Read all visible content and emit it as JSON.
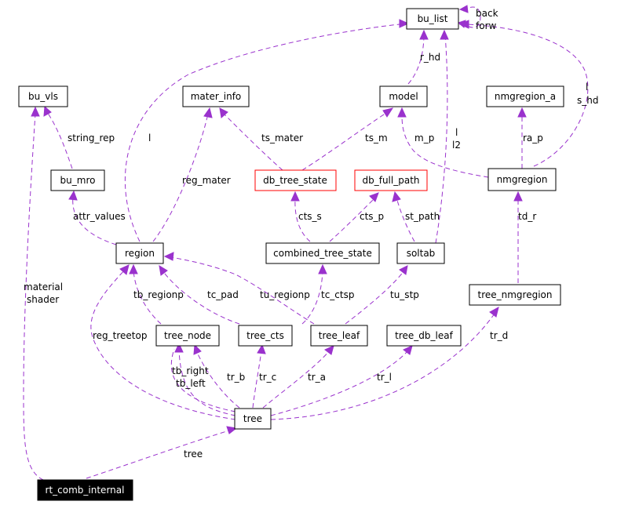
{
  "nodes": {
    "bu_list": "bu_list",
    "bu_vls": "bu_vls",
    "mater_info": "mater_info",
    "model": "model",
    "nmgregion_a": "nmgregion_a",
    "bu_mro": "bu_mro",
    "db_tree_state": "db_tree_state",
    "db_full_path": "db_full_path",
    "nmgregion": "nmgregion",
    "region": "region",
    "combined_tree_state": "combined_tree_state",
    "soltab": "soltab",
    "tree_nmgregion": "tree_nmgregion",
    "tree_node": "tree_node",
    "tree_cts": "tree_cts",
    "tree_leaf": "tree_leaf",
    "tree_db_leaf": "tree_db_leaf",
    "tree": "tree",
    "rt_comb_internal": "rt_comb_internal"
  },
  "edge_labels": {
    "back_forw": [
      "back",
      "forw"
    ],
    "r_hd": "r_hd",
    "l_region": "l",
    "l_s_hd": [
      "l",
      "s_hd"
    ],
    "l_l2": [
      "l",
      "l2"
    ],
    "string_rep": "string_rep",
    "ts_mater": "ts_mater",
    "ts_m": "ts_m",
    "m_p": "m_p",
    "ra_p": "ra_p",
    "reg_mater": "reg_mater",
    "attr_values": "attr_values",
    "cts_s": "cts_s",
    "cts_p": "cts_p",
    "st_path": "st_path",
    "td_r": "td_r",
    "material_shader": [
      "material",
      "shader"
    ],
    "tb_regionp": "tb_regionp",
    "tc_pad": "tc_pad",
    "tu_regionp": "tu_regionp",
    "tc_ctsp": "tc_ctsp",
    "tu_stp": "tu_stp",
    "reg_treetop": "reg_treetop",
    "tr_d": "tr_d",
    "tb_right_left": [
      "tb_right",
      "tb_left"
    ],
    "tr_b": "tr_b",
    "tr_c": "tr_c",
    "tr_a": "tr_a",
    "tr_l": "tr_l",
    "tree": "tree"
  },
  "colors": {
    "edge": "#9a32cd",
    "incomplete_border": "#ff0000",
    "node_border": "#000000",
    "root_fill": "#000000"
  }
}
